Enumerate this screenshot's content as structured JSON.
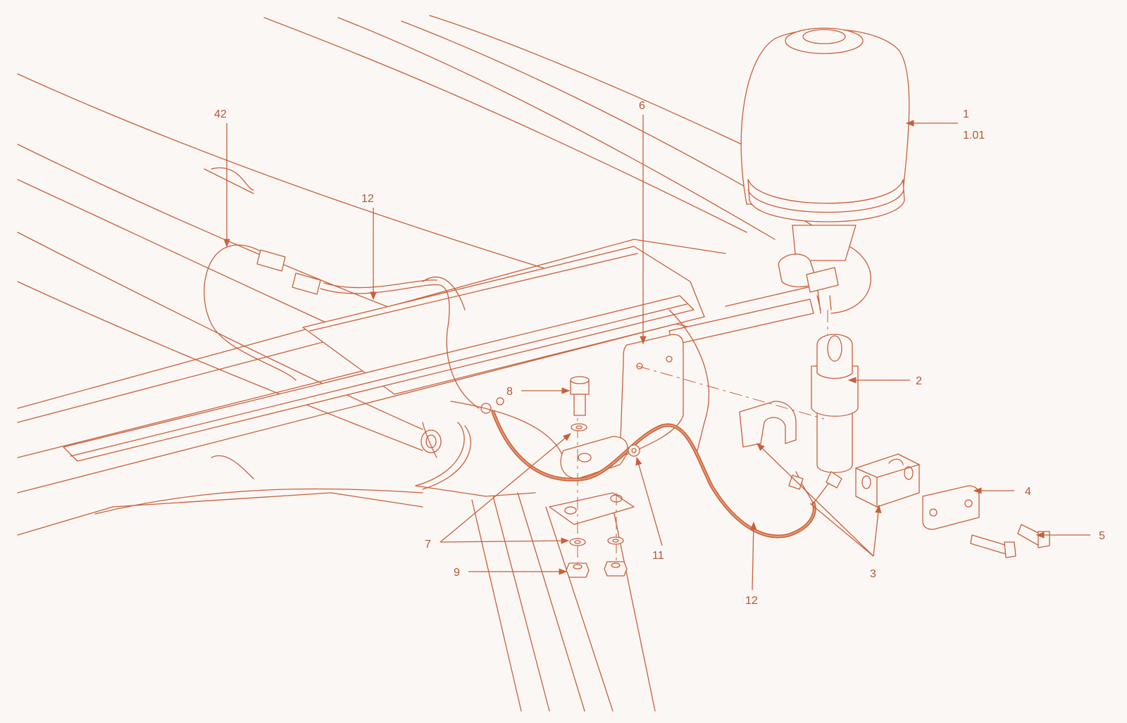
{
  "colors": {
    "line": "#c8603a",
    "background": "#fbf7f5",
    "cable": "#c8603a"
  },
  "callouts": {
    "c1": "1",
    "c101": "1.01",
    "c2": "2",
    "c3": "3",
    "c4": "4",
    "c5": "5",
    "c6": "6",
    "c7": "7",
    "c8": "8",
    "c9": "9",
    "c11": "11",
    "c12a": "12",
    "c12b": "12",
    "c42": "42"
  }
}
